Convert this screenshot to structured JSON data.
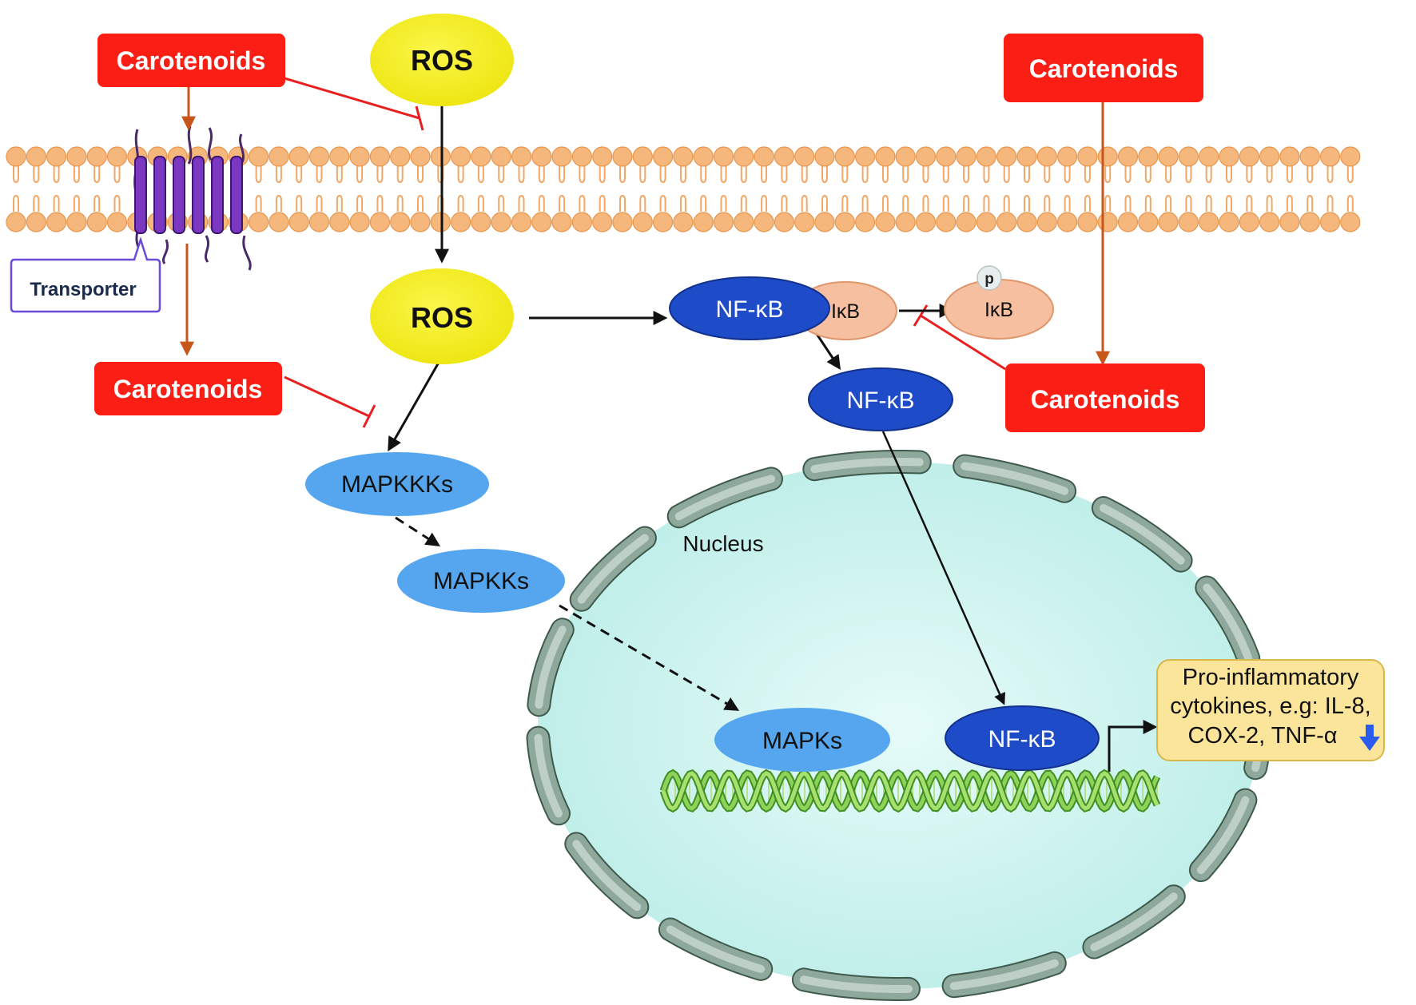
{
  "labels": {
    "carotenoids_top_left": "Carotenoids",
    "carotenoids_mid_left": "Carotenoids",
    "carotenoids_top_right": "Carotenoids",
    "carotenoids_mid_right": "Carotenoids",
    "ros_outside": "ROS",
    "ros_inside": "ROS",
    "transporter": "Transporter",
    "nfkb_complex": "NF-κB",
    "ikb_complex": "IκB",
    "ikb_phospho": "IκB",
    "phospho_mark": "p",
    "nfkb_free": "NF-κB",
    "nfkb_nuclear": "NF-κB",
    "mapkkks": "MAPKKKs",
    "mapkks": "MAPKKs",
    "mapks": "MAPKs",
    "nucleus": "Nucleus",
    "cytokines_line1": "Pro-inflammatory",
    "cytokines_line2": "cytokines, e.g: IL-8,",
    "cytokines_line3": "COX-2, TNF-α"
  },
  "colors": {
    "carotenoid_box": "#fa1e14",
    "ros": "#f5ef0f",
    "nfkb": "#1e4bc8",
    "mapk": "#55a6ee",
    "ikb": "#f6bfa0",
    "membrane": "#f2a766",
    "transporter": "#6a2ea6",
    "nucleus_fill": "#d4f5f2",
    "nuclear_envelope": "#8fa89c",
    "dna": "#6cc03c",
    "cytokine_box": "#fbe59a",
    "down_arrow": "#2a5cf0"
  },
  "icons": {
    "down_arrow": "down-arrow-icon"
  }
}
